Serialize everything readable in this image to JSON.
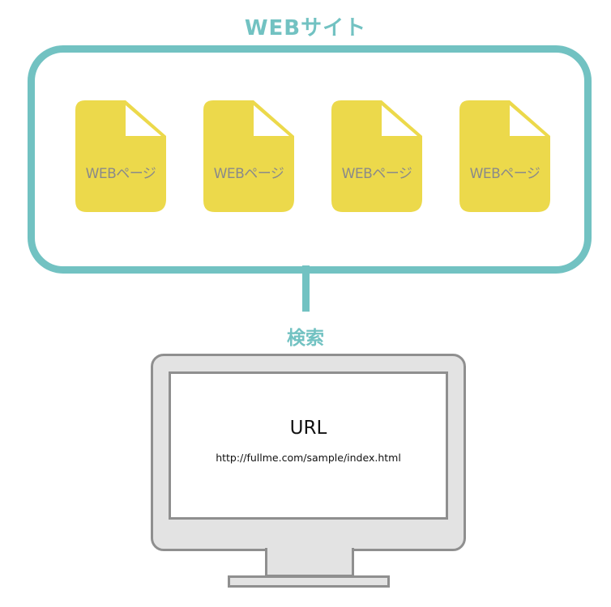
{
  "website": {
    "title": "WEBサイト",
    "pages": [
      {
        "label": "WEBページ"
      },
      {
        "label": "WEBページ"
      },
      {
        "label": "WEBページ"
      },
      {
        "label": "WEBページ"
      }
    ]
  },
  "search": {
    "label": "検索"
  },
  "monitor": {
    "title": "URL",
    "url": "http://fullme.com/sample/index.html"
  },
  "colors": {
    "accent_teal": "#72c2c2",
    "document_yellow": "#ecd94b",
    "document_label": "#8a8a8a",
    "monitor_frame": "#e3e3e3",
    "monitor_border": "#8f8f8f"
  }
}
